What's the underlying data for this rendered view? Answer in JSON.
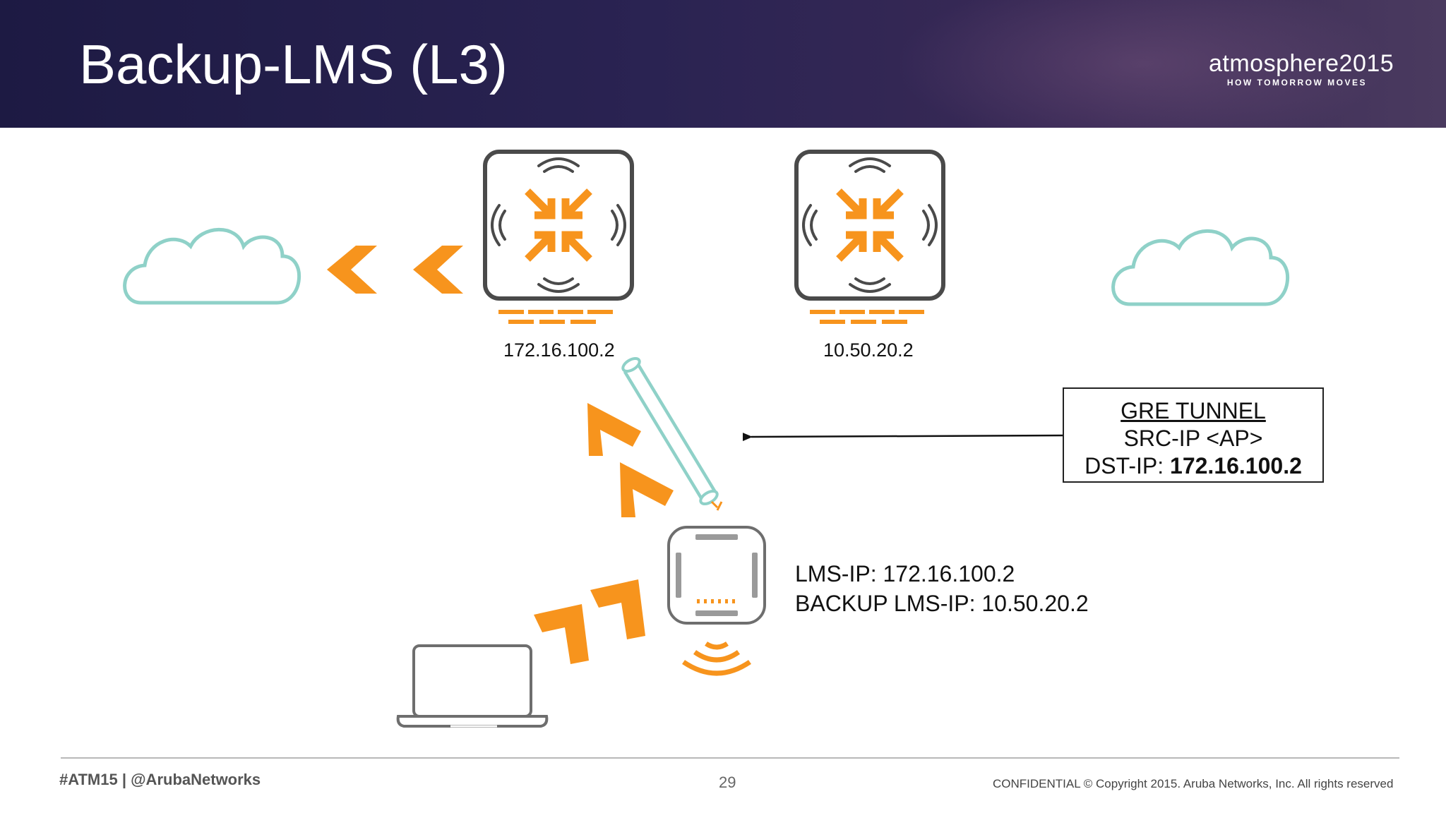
{
  "header": {
    "title": "Backup-LMS (L3)",
    "brand_name": "atmosphere2015",
    "brand_tagline": "HOW TOMORROW MOVES"
  },
  "diagram": {
    "controller_primary_ip": "172.16.100.2",
    "controller_backup_ip": "10.50.20.2",
    "gre_box": {
      "title": "GRE TUNNEL",
      "src": "SRC-IP <AP>",
      "dst_label": "DST-IP: ",
      "dst_value": "172.16.100.2"
    },
    "ap_config": {
      "lms_ip": "LMS-IP: 172.16.100.2",
      "backup_lms_ip": "BACKUP LMS-IP: 10.50.20.2"
    },
    "colors": {
      "accent_orange": "#f7941d",
      "cloud_teal": "#8fd1c8",
      "device_gray": "#4a4a4a"
    }
  },
  "footer": {
    "left": "#ATM15 | @ArubaNetworks",
    "page": "29",
    "right": "CONFIDENTIAL © Copyright 2015. Aruba Networks, Inc. All rights reserved"
  }
}
